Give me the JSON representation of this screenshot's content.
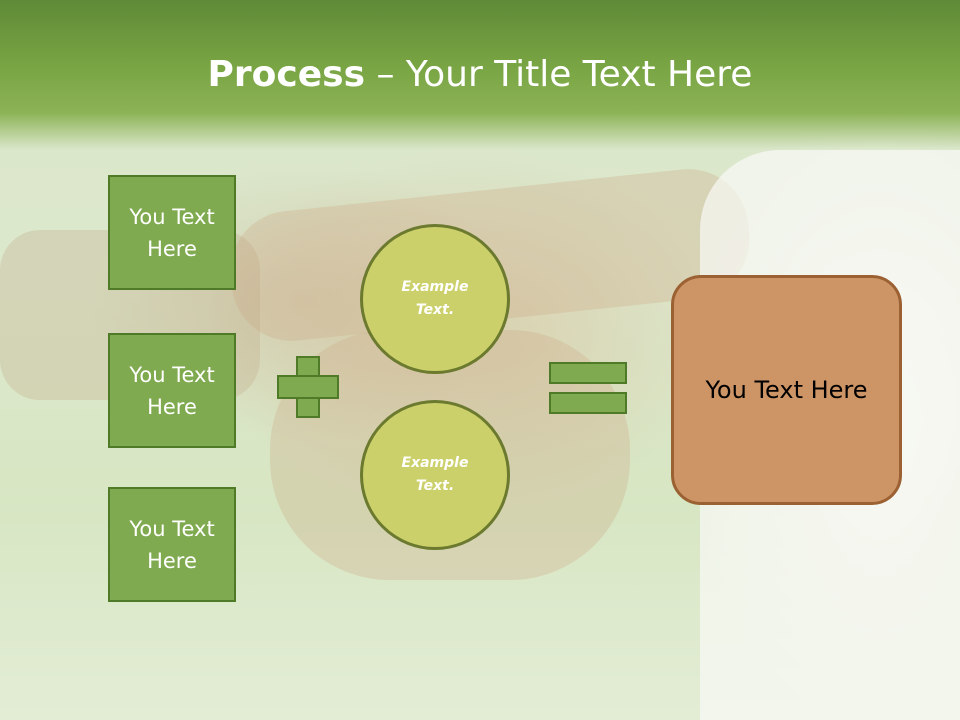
{
  "slide": {
    "title_bold": "Process",
    "title_rest": " – Your Title Text Here"
  },
  "boxes": [
    {
      "label": "You Text Here"
    },
    {
      "label": "You Text Here"
    },
    {
      "label": "You Text Here"
    }
  ],
  "circles": [
    {
      "label": "Example Text."
    },
    {
      "label": "Example Text."
    }
  ],
  "result": {
    "label": "You Text Here"
  },
  "colors": {
    "header_green": "#79a544",
    "box_green": "#7faa4f",
    "circle_fill": "#ccd06a",
    "result_fill": "#cd9566"
  }
}
